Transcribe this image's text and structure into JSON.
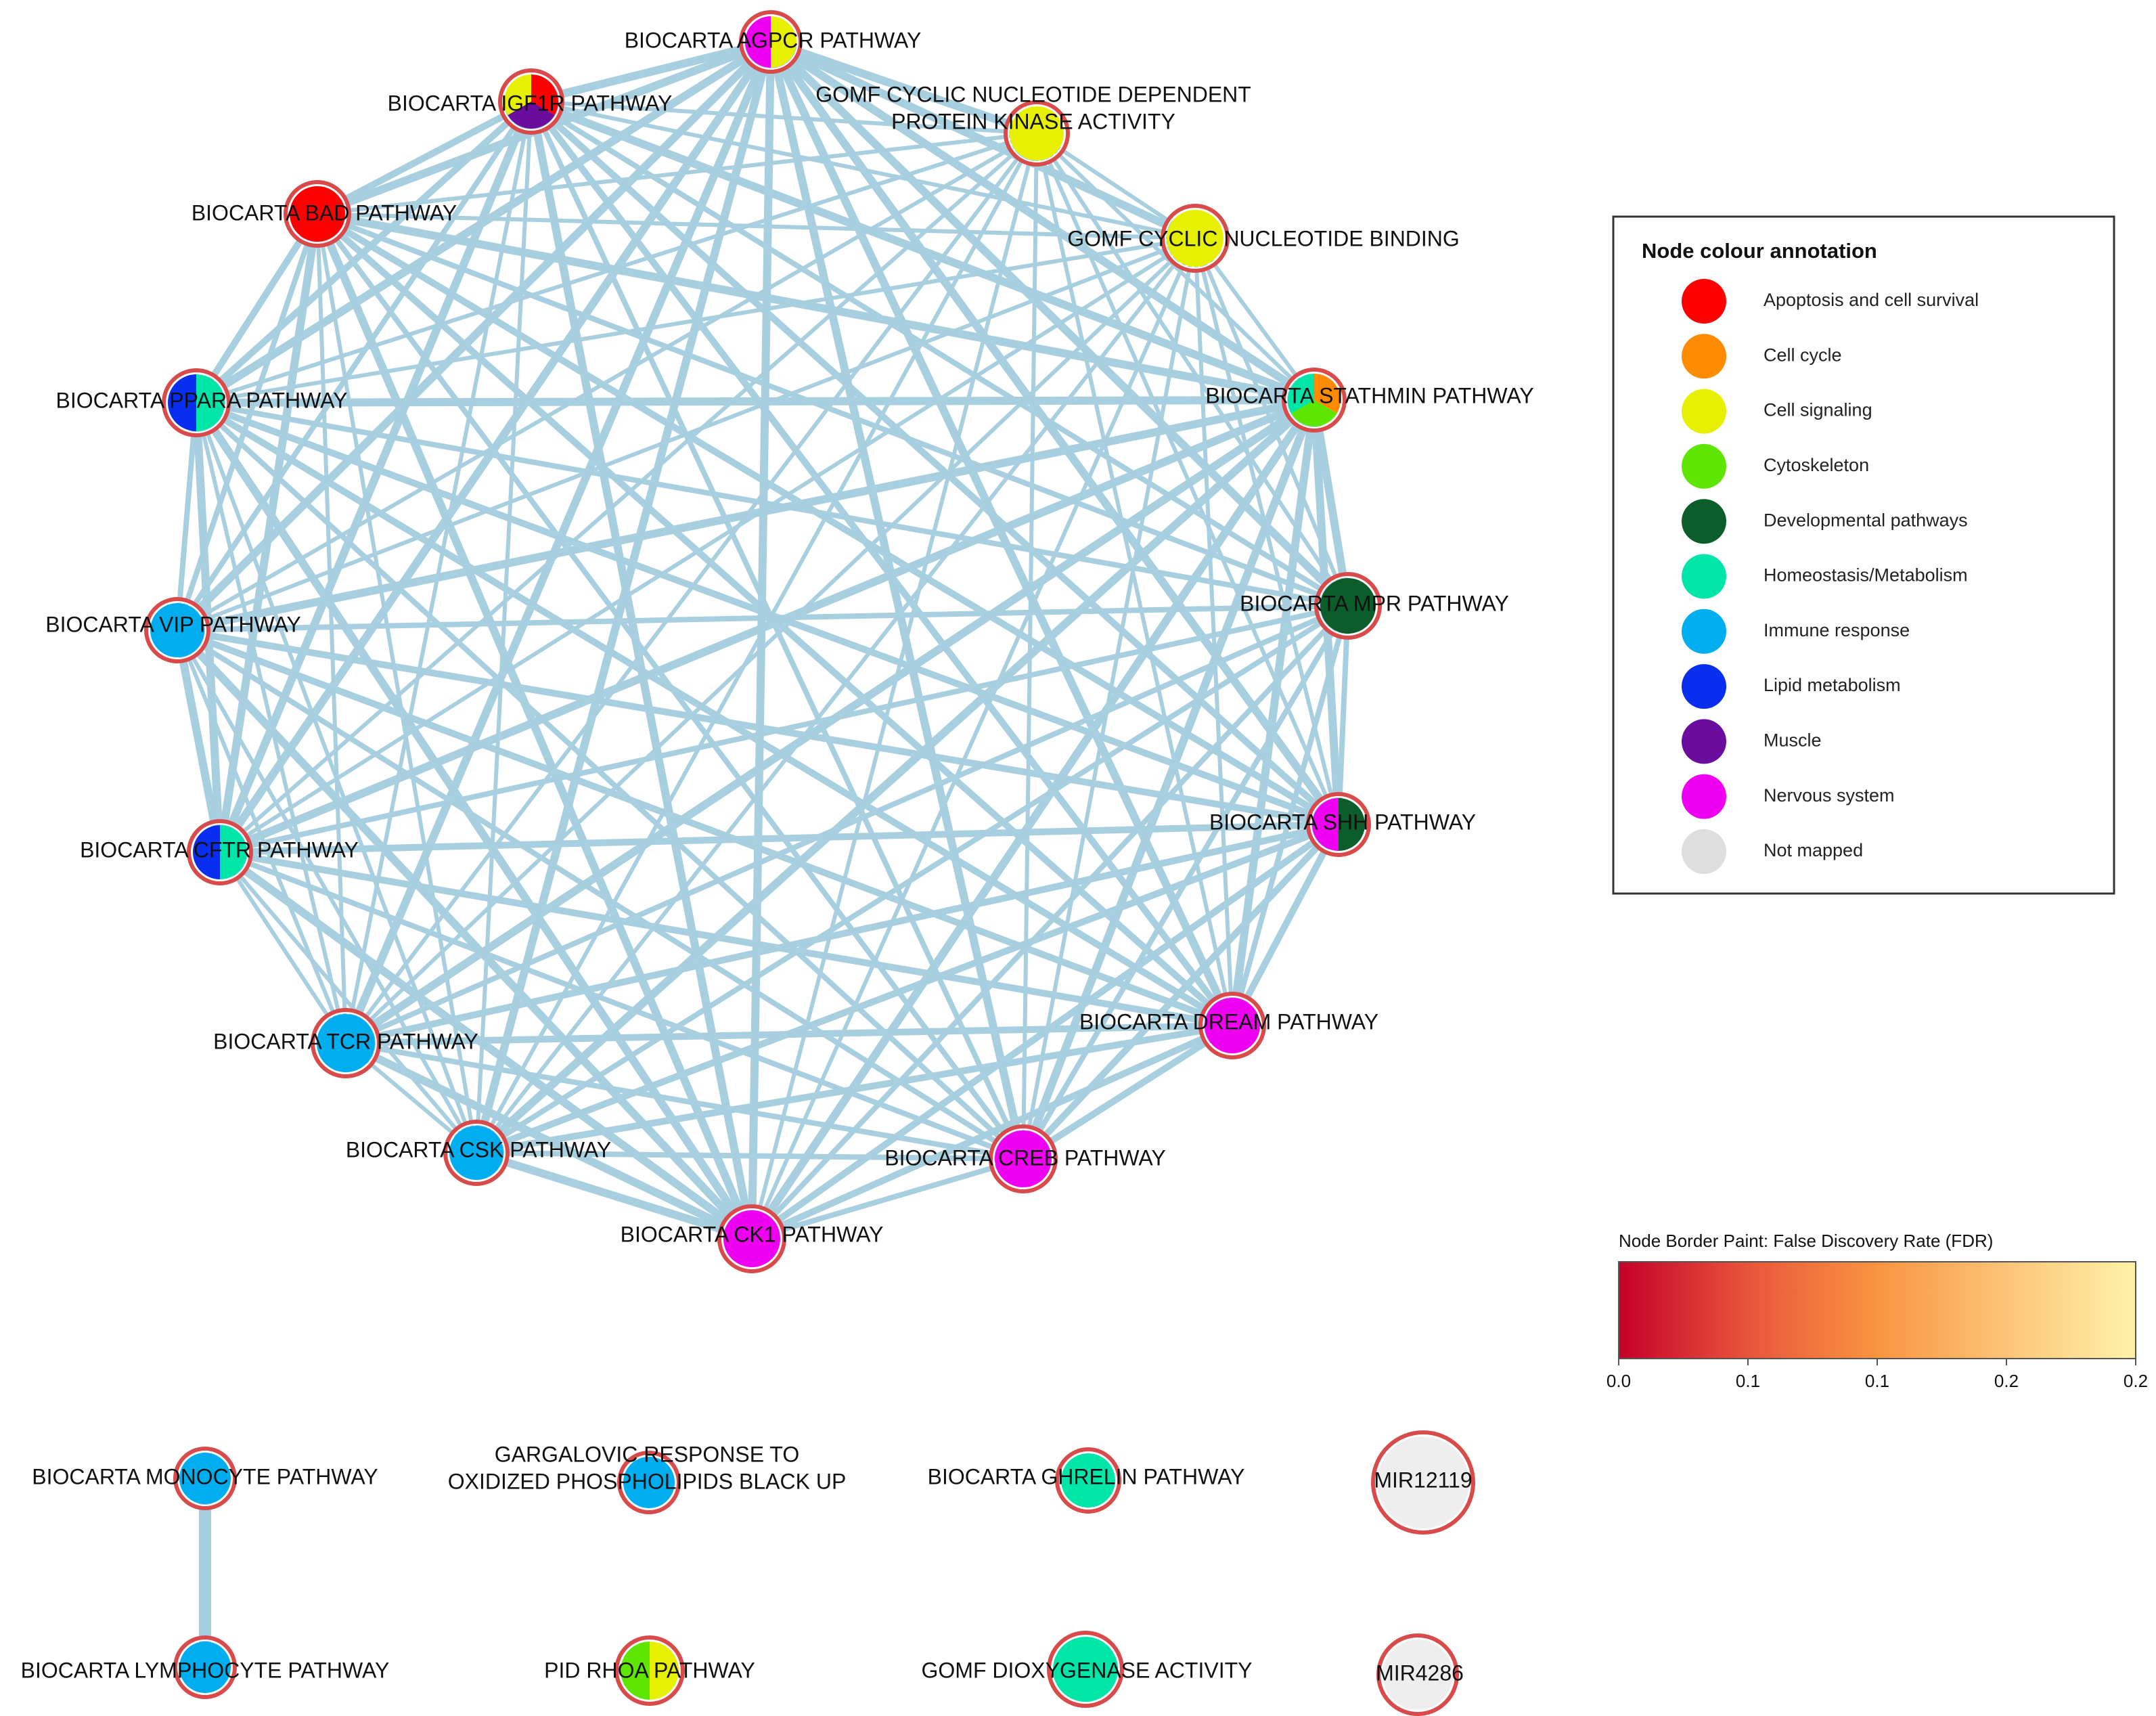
{
  "legend": {
    "title": "Node colour annotation",
    "items": [
      {
        "label": "Apoptosis and cell survival",
        "color": "#ff0000"
      },
      {
        "label": "Cell cycle",
        "color": "#ff8c00"
      },
      {
        "label": "Cell signaling",
        "color": "#e6f000"
      },
      {
        "label": "Cytoskeleton",
        "color": "#5fe600"
      },
      {
        "label": "Developmental pathways",
        "color": "#0b5e2a"
      },
      {
        "label": "Homeostasis/Metabolism",
        "color": "#00e6a8"
      },
      {
        "label": "Immune response",
        "color": "#00aef0"
      },
      {
        "label": "Lipid metabolism",
        "color": "#0a2ef0"
      },
      {
        "label": "Muscle",
        "color": "#6a0d9e"
      },
      {
        "label": "Nervous system",
        "color": "#f000f0"
      },
      {
        "label": "Not mapped",
        "color": "#dedede"
      }
    ]
  },
  "colorbar": {
    "title": "Node Border Paint: False Discovery Rate (FDR)",
    "ticks": [
      "0.0",
      "0.1",
      "0.1",
      "0.2",
      "0.2"
    ],
    "gradient": [
      "#c4002a",
      "#e8553a",
      "#f99440",
      "#fcc478",
      "#fff2a8"
    ]
  },
  "styles": {
    "edge_color": "#a8cfe0",
    "border_color": "#d94b4b"
  },
  "network": {
    "circle_nodes": [
      {
        "label": "BIOCARTA AGPCR PATHWAY",
        "colors": [
          "#e6f000",
          "#f000f0"
        ]
      },
      {
        "label": "GOMF CYCLIC NUCLEOTIDE DEPENDENT PROTEIN KINASE ACTIVITY",
        "colors": [
          "#e6f000"
        ]
      },
      {
        "label": "GOMF CYCLIC NUCLEOTIDE BINDING",
        "colors": [
          "#e6f000"
        ]
      },
      {
        "label": "BIOCARTA STATHMIN PATHWAY",
        "colors": [
          "#ff8c00",
          "#5fe600",
          "#00e6a8"
        ]
      },
      {
        "label": "BIOCARTA MPR PATHWAY",
        "colors": [
          "#0b5e2a"
        ]
      },
      {
        "label": "BIOCARTA SHH PATHWAY",
        "colors": [
          "#0b5e2a",
          "#f000f0"
        ]
      },
      {
        "label": "BIOCARTA DREAM PATHWAY",
        "colors": [
          "#f000f0"
        ]
      },
      {
        "label": "BIOCARTA CREB PATHWAY",
        "colors": [
          "#f000f0"
        ]
      },
      {
        "label": "BIOCARTA CK1 PATHWAY",
        "colors": [
          "#f000f0"
        ]
      },
      {
        "label": "BIOCARTA CSK PATHWAY",
        "colors": [
          "#00aef0"
        ]
      },
      {
        "label": "BIOCARTA TCR PATHWAY",
        "colors": [
          "#00aef0"
        ]
      },
      {
        "label": "BIOCARTA CFTR PATHWAY",
        "colors": [
          "#00e6a8",
          "#0a2ef0"
        ]
      },
      {
        "label": "BIOCARTA VIP PATHWAY",
        "colors": [
          "#00aef0"
        ]
      },
      {
        "label": "BIOCARTA PPARA PATHWAY",
        "colors": [
          "#00e6a8",
          "#0a2ef0"
        ]
      },
      {
        "label": "BIOCARTA BAD PATHWAY",
        "colors": [
          "#ff0000"
        ]
      },
      {
        "label": "BIOCARTA IGF1R PATHWAY",
        "colors": [
          "#ff0000",
          "#6a0d9e",
          "#e6f000"
        ]
      }
    ],
    "other_nodes": [
      {
        "label": "BIOCARTA MONOCYTE PATHWAY",
        "colors": [
          "#00aef0"
        ]
      },
      {
        "label": "BIOCARTA LYMPHOCYTE PATHWAY",
        "colors": [
          "#00aef0"
        ]
      },
      {
        "label": "GARGALOVIC RESPONSE TO OXIDIZED PHOSPHOLIPIDS BLACK UP",
        "colors": [
          "#00aef0"
        ]
      },
      {
        "label": "PID RHOA PATHWAY",
        "colors": [
          "#e6f000",
          "#5fe600"
        ]
      },
      {
        "label": "BIOCARTA GHRELIN PATHWAY",
        "colors": [
          "#00e6a8"
        ]
      },
      {
        "label": "GOMF DIOXYGENASE ACTIVITY",
        "colors": [
          "#00e6a8"
        ]
      },
      {
        "label": "MIR12119",
        "colors": [
          "#eeeeee"
        ]
      },
      {
        "label": "MIR4286",
        "colors": [
          "#eeeeee"
        ]
      }
    ],
    "isolated_edges": [
      [
        "BIOCARTA MONOCYTE PATHWAY",
        "BIOCARTA LYMPHOCYTE PATHWAY"
      ]
    ]
  }
}
